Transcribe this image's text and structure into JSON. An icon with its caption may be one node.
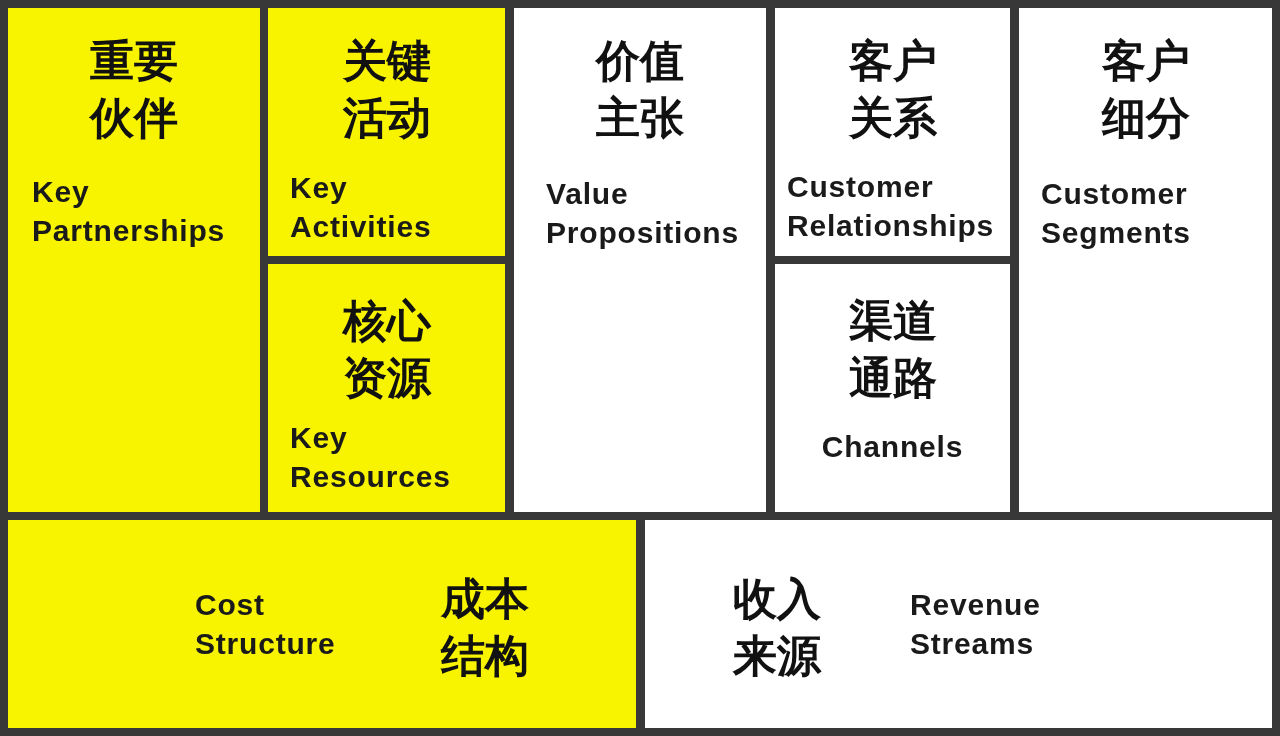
{
  "diagram": {
    "nodes": [
      {
        "text": [
          "重要伙伴",
          "Key Partnerships"
        ]
      },
      {
        "text": [
          "关键活动",
          "Key Activities"
        ]
      },
      {
        "text": [
          "核心资源",
          "Key Resources"
        ]
      },
      {
        "text": [
          "价值主张",
          "Value Propositions"
        ]
      },
      {
        "text": [
          "客户关系",
          "Customer Relationships"
        ]
      },
      {
        "text": [
          "渠道通路",
          "Channels"
        ]
      },
      {
        "text": [
          "客户细分",
          "Customer Segments"
        ]
      },
      {
        "text": [
          "Cost Structure",
          "成本结构"
        ]
      },
      {
        "text": [
          "收入来源",
          "Revenue Streams"
        ]
      }
    ]
  }
}
